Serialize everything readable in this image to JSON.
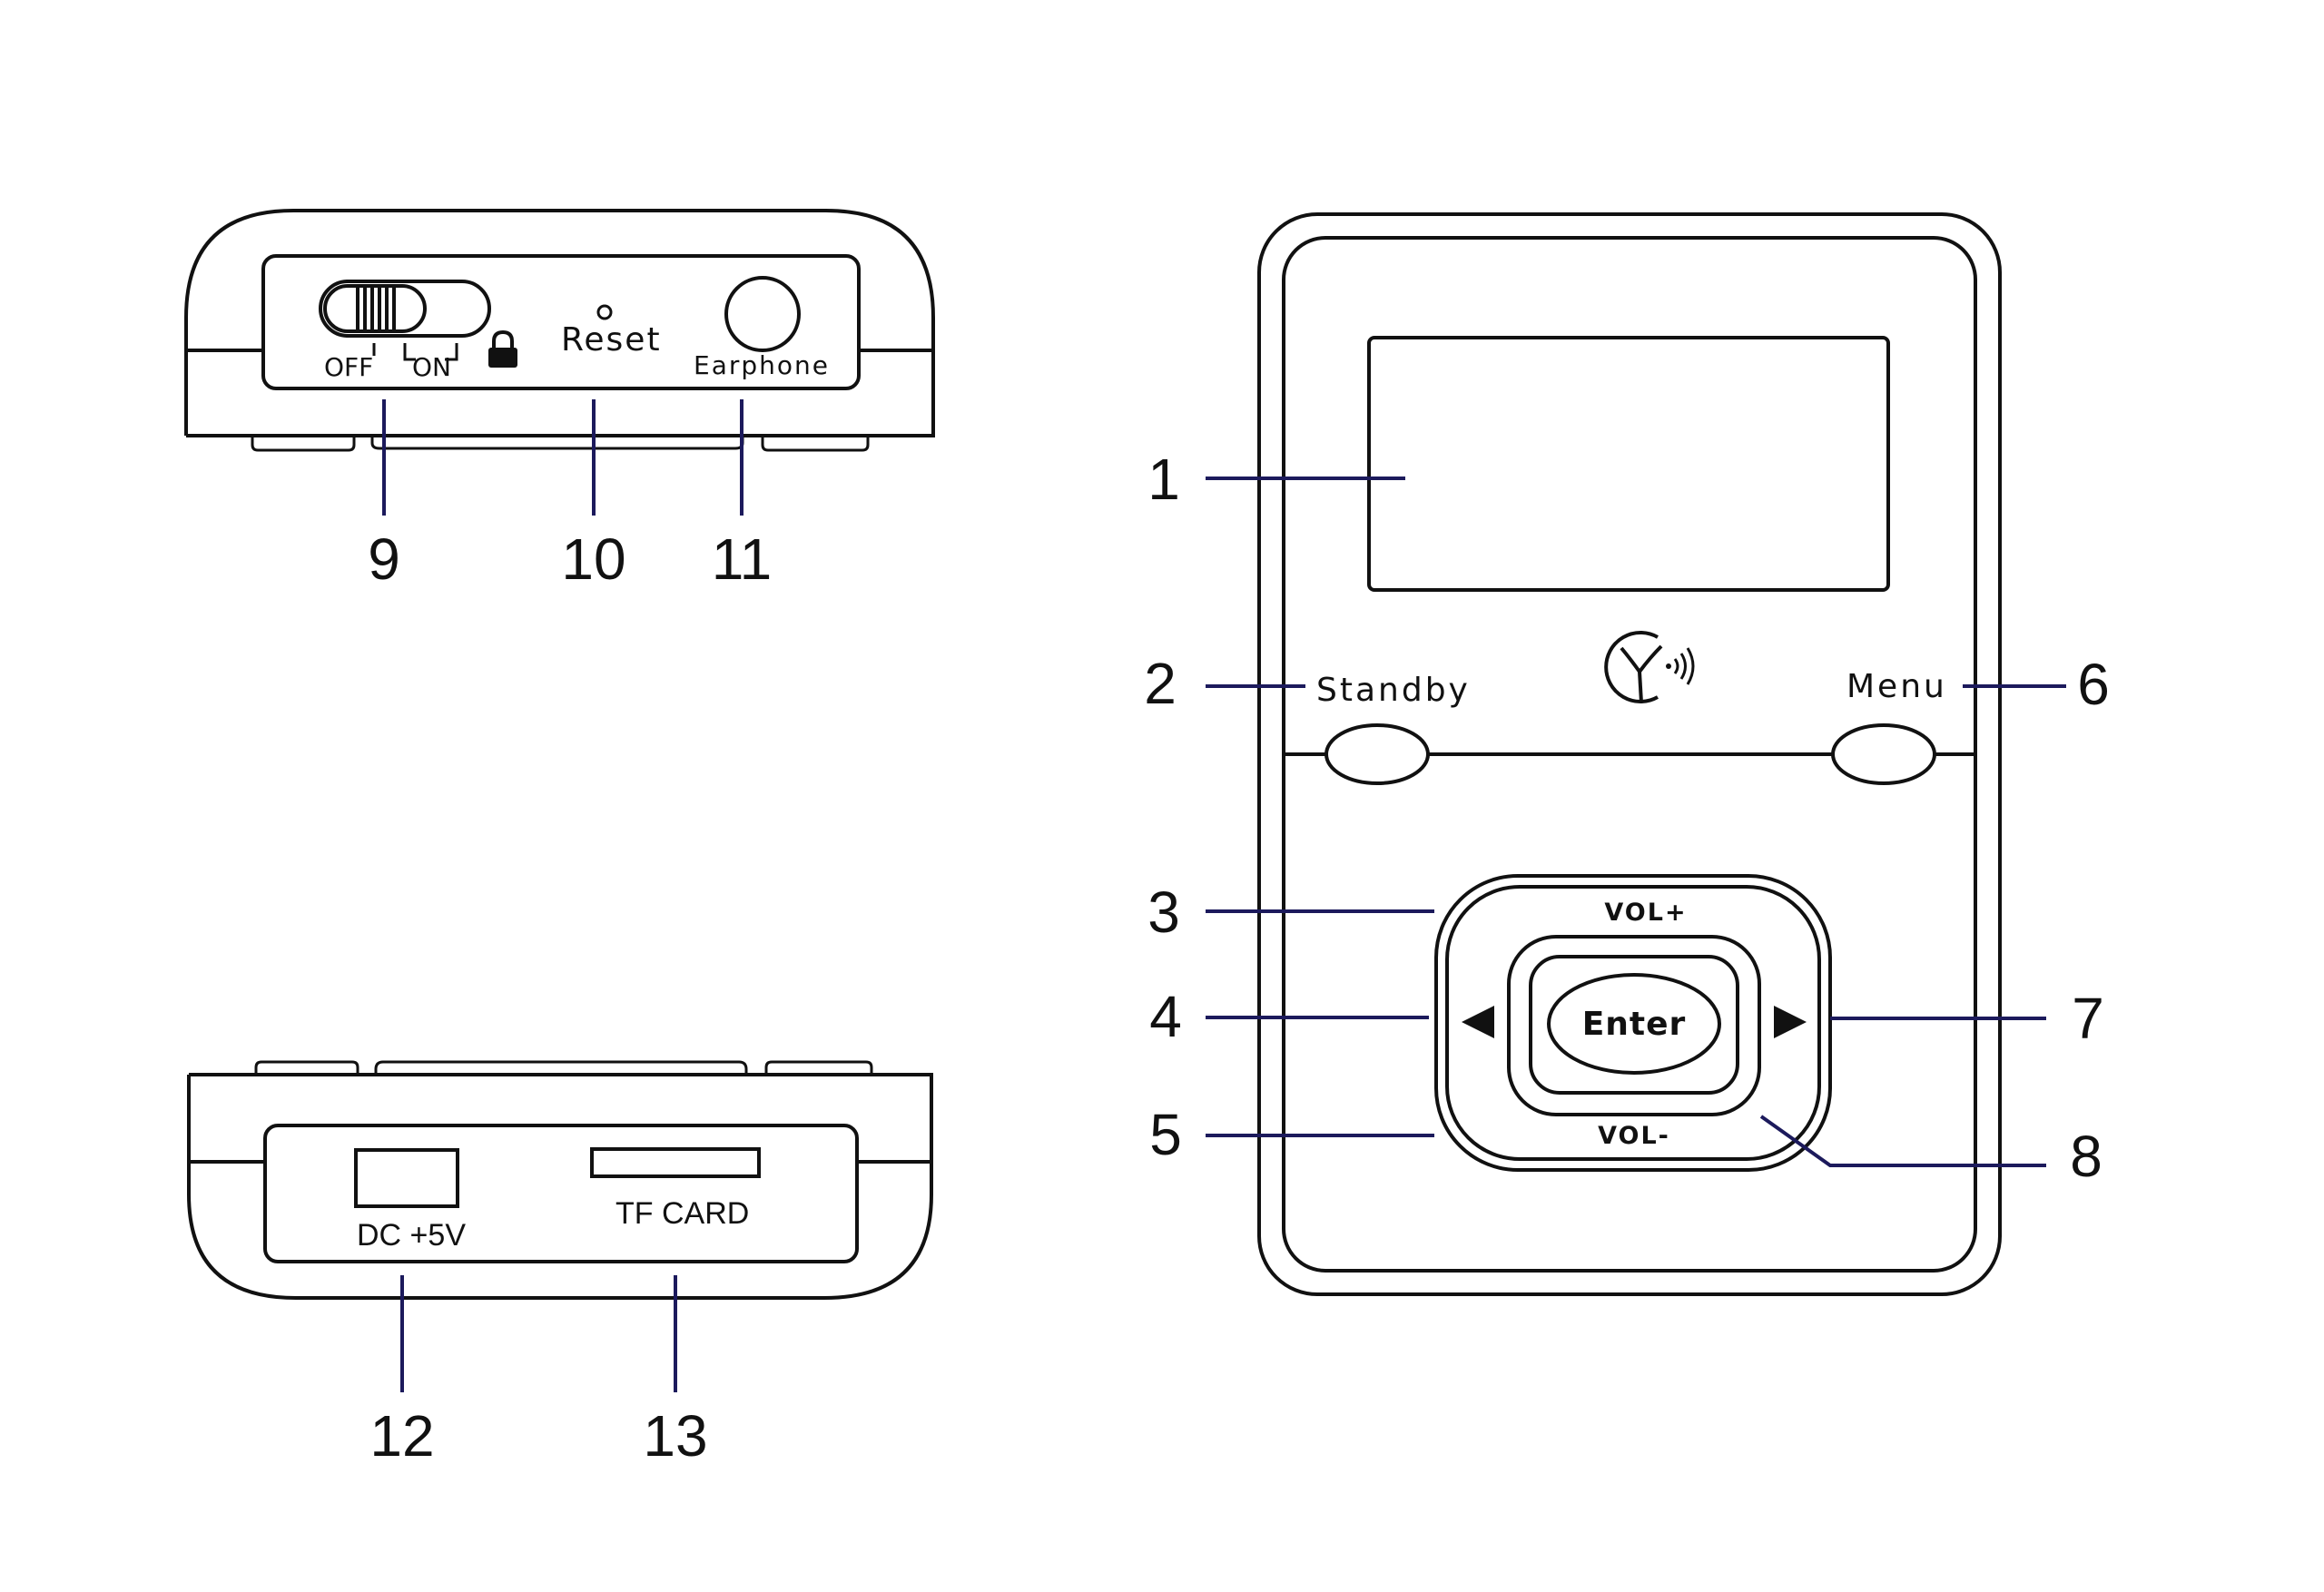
{
  "top_view": {
    "switch": {
      "off_label": "OFF",
      "on_label": "ON",
      "lock_icon": "padlock-icon"
    },
    "reset_label": "Reset",
    "earphone_label": "Earphone"
  },
  "bottom_view": {
    "dc_label": "DC +5V",
    "tf_label": "TF CARD"
  },
  "front_view": {
    "standby_label": "Standby",
    "menu_label": "Menu",
    "vol_up_label": "VOL+",
    "vol_down_label": "VOL-",
    "enter_label": "Enter",
    "logo_icon": "yc-logo-icon",
    "left_arrow_icon": "triangle-left-icon",
    "right_arrow_icon": "triangle-right-icon"
  },
  "callouts": {
    "n1": "1",
    "n2": "2",
    "n3": "3",
    "n4": "4",
    "n5": "5",
    "n6": "6",
    "n7": "7",
    "n8": "8",
    "n9": "9",
    "n10": "10",
    "n11": "11",
    "n12": "12",
    "n13": "13"
  },
  "colors": {
    "outline": "#111111",
    "leader_line": "#1c1a5c",
    "background": "#ffffff"
  }
}
